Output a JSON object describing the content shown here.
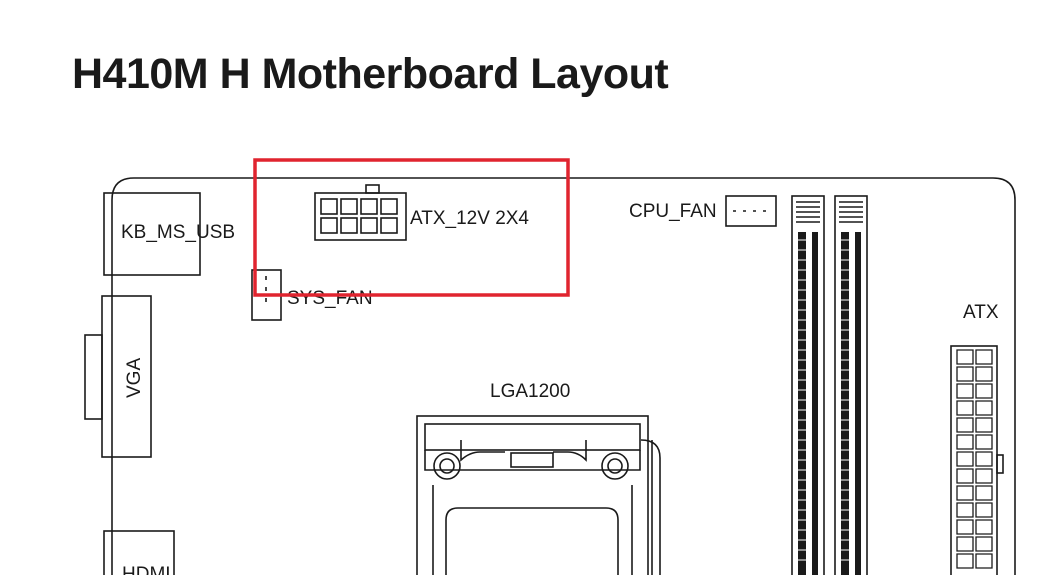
{
  "title": "H410M H Motherboard Layout",
  "labels": {
    "kb_ms_usb": "KB_MS_USB",
    "atx_12v": "ATX_12V 2X4",
    "cpu_fan": "CPU_FAN",
    "sys_fan": "SYS_FAN",
    "atx": "ATX",
    "vga": "VGA",
    "lga": "LGA1200",
    "hdmi": "HDMI"
  },
  "highlight": {
    "color": "#e0242f",
    "target": "ATX_12V 2X4"
  }
}
